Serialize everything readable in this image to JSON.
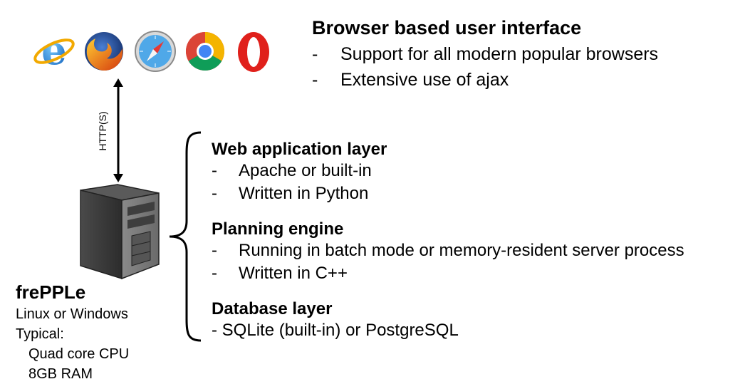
{
  "browsers": [
    {
      "name": "Internet Explorer",
      "icon": "internet-explorer-icon"
    },
    {
      "name": "Firefox",
      "icon": "firefox-icon"
    },
    {
      "name": "Safari",
      "icon": "safari-icon"
    },
    {
      "name": "Chrome",
      "icon": "chrome-icon"
    },
    {
      "name": "Opera",
      "icon": "opera-icon"
    }
  ],
  "ui": {
    "title": "Browser based user interface",
    "items": [
      "Support for all modern popular browsers",
      "Extensive use of ajax"
    ]
  },
  "connection": {
    "label": "HTTP(S)"
  },
  "layers": [
    {
      "title": "Web application layer",
      "items": [
        "Apache or built-in",
        "Written in Python"
      ]
    },
    {
      "title": "Planning engine",
      "items": [
        "Running in batch mode or memory-resident server process",
        "Written in C++"
      ]
    },
    {
      "title": "Database layer",
      "items": [
        "SQLite (built-in) or PostgreSQL"
      ]
    }
  ],
  "server": {
    "title": "frePPLe",
    "os": "Linux or Windows",
    "typical_label": "Typical:",
    "specs": [
      "Quad core CPU",
      "8GB RAM"
    ]
  }
}
